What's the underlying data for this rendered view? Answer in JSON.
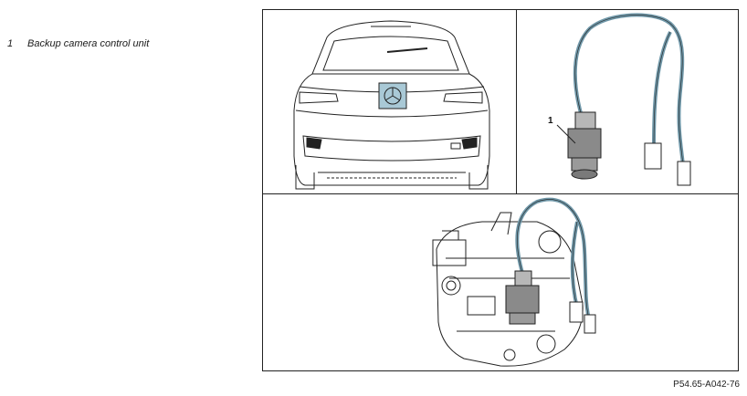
{
  "legend": {
    "items": [
      {
        "number": "1",
        "label": "Backup camera control unit"
      }
    ]
  },
  "figure": {
    "callout": "1",
    "code": "P54.65-A042-76"
  },
  "colors": {
    "line": "#222222",
    "highlight": "#a9c9d6",
    "cable": "#6f97a8",
    "unit": "#8a8a8a"
  }
}
